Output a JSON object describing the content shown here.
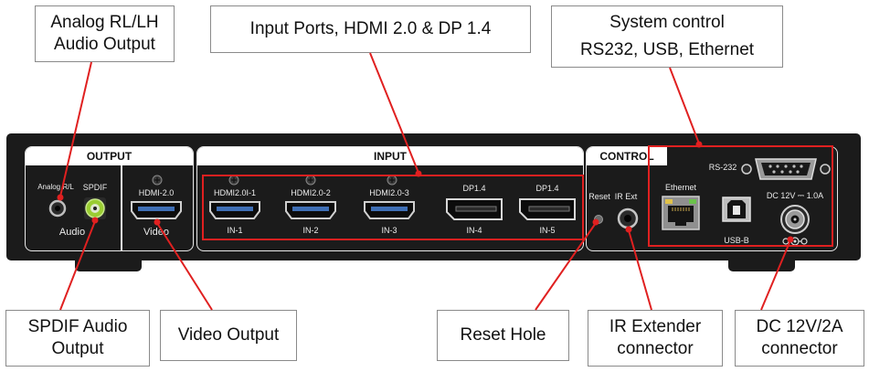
{
  "callouts": {
    "analog": [
      "Analog RL/LH",
      "Audio Output"
    ],
    "input_ports": [
      "Input Ports, HDMI 2.0 & DP 1.4"
    ],
    "system_control": [
      "System control",
      "RS232, USB, Ethernet"
    ],
    "spdif": [
      "SPDIF Audio",
      "Output"
    ],
    "video": [
      "Video Output"
    ],
    "reset": [
      "Reset Hole"
    ],
    "ir": [
      "IR Extender",
      "connector"
    ],
    "dc": [
      "DC 12V/2A",
      "connector"
    ]
  },
  "panel": {
    "output": {
      "header": "OUTPUT",
      "analog_label": "Analog R/L",
      "spdif_label": "SPDIF",
      "audio_label": "Audio",
      "hdmi_label": "HDMI-2.0",
      "video_label": "Video"
    },
    "input": {
      "header": "INPUT",
      "ports": [
        {
          "top": "HDMI2.0I-1",
          "bottom": "IN-1"
        },
        {
          "top": "HDMI2.0-2",
          "bottom": "IN-2"
        },
        {
          "top": "HDMI2.0-3",
          "bottom": "IN-3"
        },
        {
          "top": "DP1.4",
          "bottom": "IN-4"
        },
        {
          "top": "DP1.4",
          "bottom": "IN-5"
        }
      ]
    },
    "control": {
      "header": "CONTROL",
      "reset_label": "Reset",
      "ir_label": "IR Ext",
      "rs232_label": "RS-232",
      "ethernet_label": "Ethernet",
      "usb_label": "USB-B",
      "dc_label": "DC 12V ⎓ 1.0A"
    }
  },
  "colors": {
    "highlight": "#e02020",
    "spdif_ring": "#9acd32",
    "chassis": "#1b1b1b"
  }
}
